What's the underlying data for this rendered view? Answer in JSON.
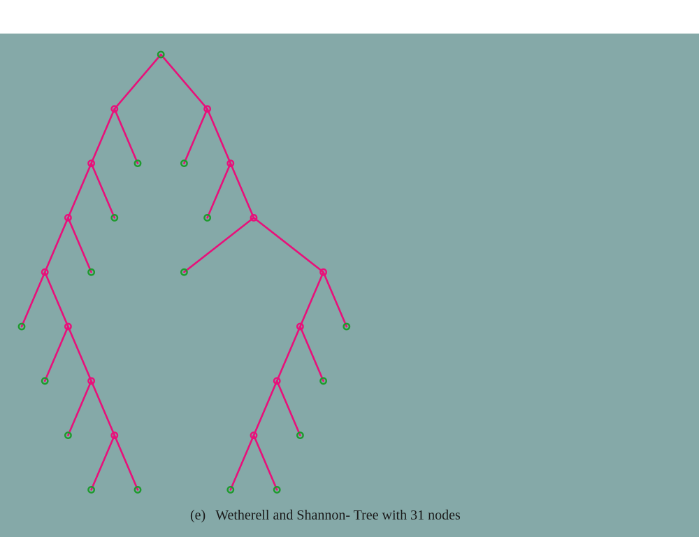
{
  "caption": {
    "tag": "(e)",
    "text": "Wetherell and Shannon- Tree with 31 nodes"
  },
  "colors": {
    "background": "#85a9a8",
    "edge": "#e8107a",
    "internal_node": "#e8107a",
    "leaf_node": "#1e9a2e"
  },
  "tree": {
    "type": "binary-tree",
    "node_count": 31,
    "root": {
      "children": [
        {
          "children": [
            {
              "children": [
                {
                  "children": [
                    {
                      "children": [
                        {},
                        {
                          "children": [
                            {},
                            {
                              "children": [
                                {},
                                {
                                  "children": [
                                    {},
                                    {}
                                  ]
                                }
                              ]
                            }
                          ]
                        }
                      ]
                    },
                    {}
                  ]
                },
                {}
              ]
            },
            {}
          ]
        },
        {
          "children": [
            {},
            {
              "children": [
                {},
                {
                  "children": [
                    {},
                    {
                      "children": [
                        {
                          "children": [
                            {
                              "children": [
                                {
                                  "children": [
                                    {},
                                    {}
                                  ]
                                },
                                {}
                              ]
                            },
                            {}
                          ]
                        },
                        {}
                      ]
                    }
                  ]
                }
              ]
            }
          ]
        }
      ]
    }
  }
}
